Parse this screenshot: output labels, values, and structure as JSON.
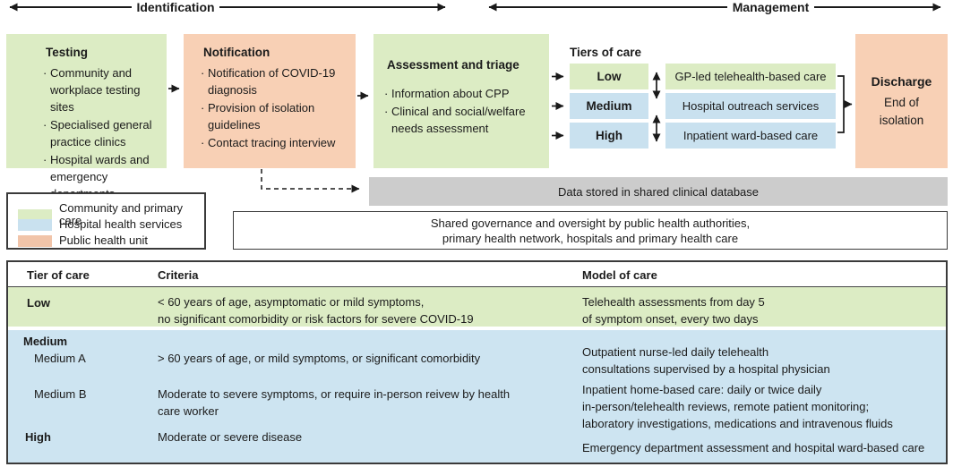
{
  "phases": {
    "identification": "Identification",
    "management": "Management"
  },
  "colors": {
    "community_primary_care": "#dcecc4",
    "hospital_health_services": "#c9e1ef",
    "public_health_unit": "#f1c4a9",
    "flow_peach": "#f8d0b5",
    "database_gray": "#cccccc",
    "table_green": "#dcecc4",
    "table_blue": "#cde4f1"
  },
  "flowchart": {
    "testing": {
      "title": "Testing",
      "items": [
        "Community and\nworkplace testing sites",
        "Specialised general\npractice clinics",
        "Hospital wards and\nemergency departments"
      ]
    },
    "notification": {
      "title": "Notification",
      "items": [
        "Notification of COVID-19\ndiagnosis",
        "Provision of isolation\nguidelines",
        "Contact tracing interview"
      ]
    },
    "assessment": {
      "title": "Assessment and triage",
      "items": [
        "Information about CPP",
        "Clinical and social/welfare\nneeds assessment"
      ]
    },
    "tiers_heading": "Tiers of care",
    "tiers": {
      "low": "Low",
      "medium": "Medium",
      "high": "High"
    },
    "care_models": [
      "GP-led telehealth-based care",
      "Hospital outreach services",
      "Inpatient ward-based care"
    ],
    "discharge": {
      "title": "Discharge",
      "subtitle": "End of\nisolation"
    }
  },
  "legend": {
    "items": [
      {
        "label": "Community and primary care",
        "color": "#dcecc4"
      },
      {
        "label": "Hospital health services",
        "color": "#c9e1ef"
      },
      {
        "label": "Public health unit",
        "color": "#f1c4a9"
      }
    ]
  },
  "database_bar": {
    "label": "Data stored in shared clinical database"
  },
  "governance": {
    "label": "Shared governance and oversight by public health authorities,\nprimary health network, hospitals and primary health care"
  },
  "table": {
    "headers": {
      "tier": "Tier of care",
      "criteria": "Criteria",
      "model": "Model of care"
    },
    "low": {
      "tier": "Low",
      "criteria": "< 60 years of age, asymptomatic or mild symptoms,\nno significant comorbidity or risk factors for severe COVID-19",
      "model": "Telehealth assessments from day 5\nof symptom onset, every two days"
    },
    "medium": {
      "tier": "Medium"
    },
    "medium_a": {
      "tier": "Medium A",
      "criteria": "> 60 years of age, or mild symptoms, or significant comorbidity",
      "model": "Outpatient nurse-led daily telehealth\nconsultations supervised by a hospital physician"
    },
    "medium_b": {
      "tier": "Medium B",
      "criteria": "Moderate to severe symptoms, or require in-person reivew by health\ncare worker",
      "model": "Inpatient home-based care: daily or twice daily\nin-person/telehealth reviews, remote patient monitoring;\nlaboratory investigations, medications and intravenous fluids"
    },
    "high": {
      "tier": "High",
      "criteria": "Moderate or severe disease",
      "model": "Emergency department assessment and hospital ward-based care"
    }
  }
}
